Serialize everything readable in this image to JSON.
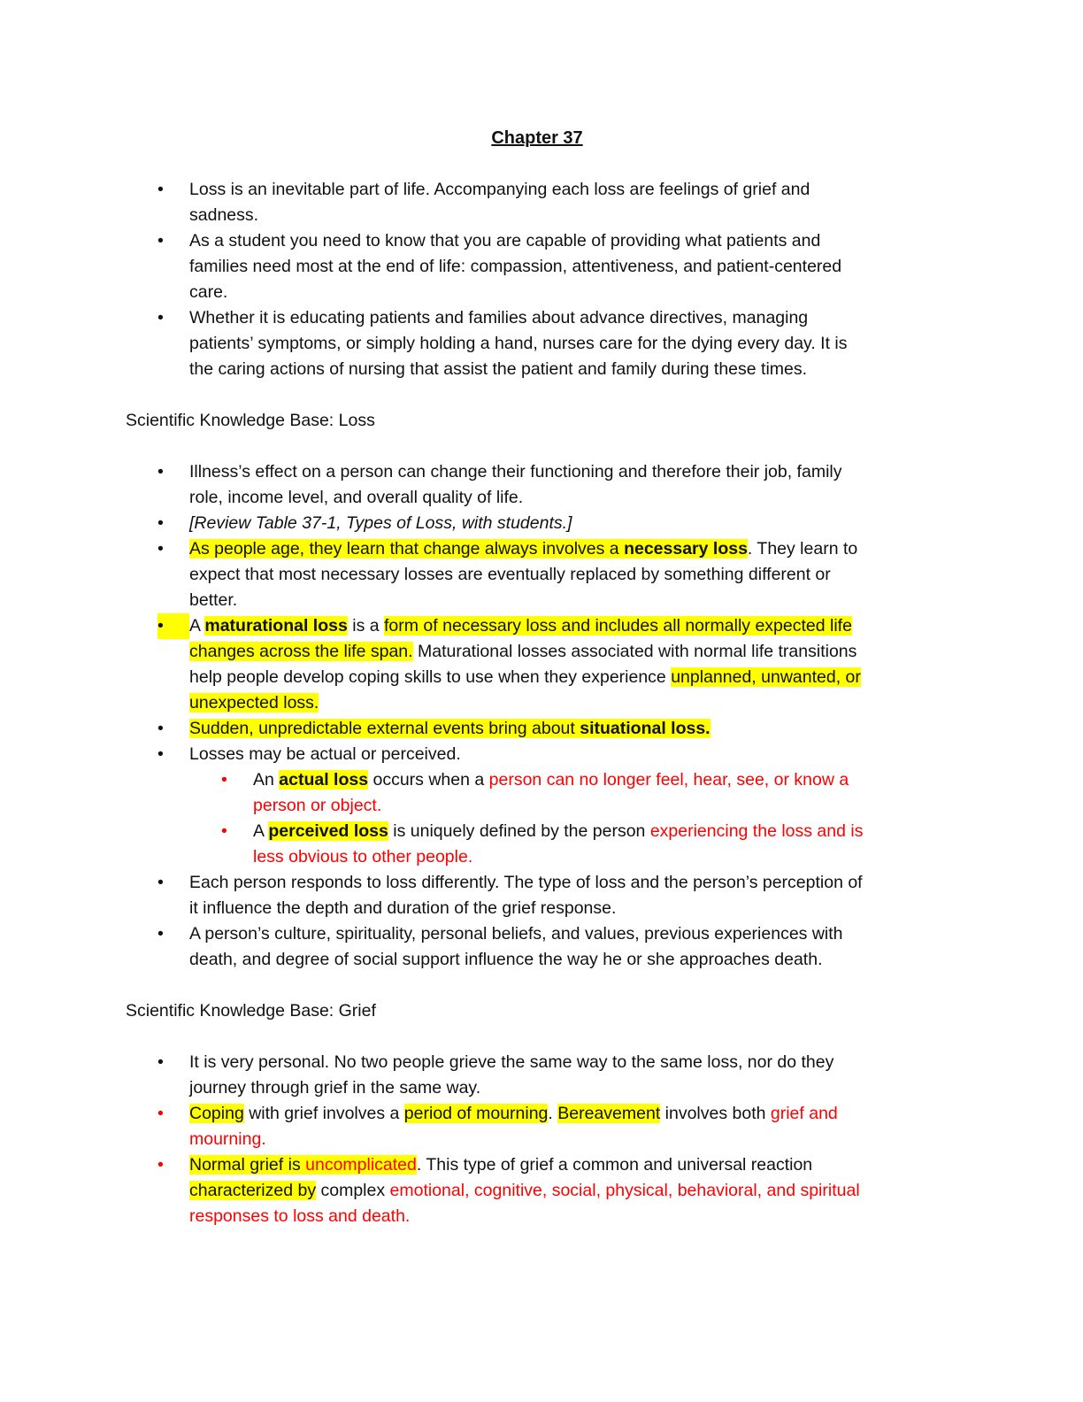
{
  "title": "Chapter 37",
  "bullet_glyph": "•",
  "colors": {
    "highlight": "#ffff00",
    "red": "#ff0000"
  },
  "blocks": [
    {
      "type": "list",
      "items": [
        {
          "segs": [
            {
              "t": "Loss is an inevitable part of life. Accompanying each loss are feelings of grief and",
              "nl": true
            },
            {
              "t": "sadness."
            }
          ]
        },
        {
          "segs": [
            {
              "t": "As a student you need to know that you are capable of providing what patients and",
              "nl": true
            },
            {
              "t": "families need most at the end of life: compassion, attentiveness, and patient-centered",
              "nl": true
            },
            {
              "t": "care."
            }
          ]
        },
        {
          "segs": [
            {
              "t": "Whether it is educating patients and families about advance directives, managing",
              "nl": true
            },
            {
              "t": "patients’ symptoms, or simply holding a hand, nurses care for the dying every day. It is",
              "nl": true
            },
            {
              "t": "the caring actions of nursing that assist the patient and family during these times."
            }
          ]
        }
      ]
    },
    {
      "type": "heading",
      "text": "Scientific Knowledge Base: Loss"
    },
    {
      "type": "list",
      "items": [
        {
          "segs": [
            {
              "t": "Illness’s effect on a person can change their functioning and therefore their job, family",
              "nl": true
            },
            {
              "t": "role, income level, and overall quality of life."
            }
          ]
        },
        {
          "segs": [
            {
              "t": "[Review Table 37-1, Types of Loss, with students.]",
              "i": true
            }
          ]
        },
        {
          "segs": [
            {
              "t": "As people age, they learn that change always involves a ",
              "hl": true
            },
            {
              "t": "necessary loss",
              "hl": true,
              "b": true
            },
            {
              "t": ". They learn to",
              "nl": true
            },
            {
              "t": "expect that most necessary losses are eventually replaced by something different or",
              "nl": true
            },
            {
              "t": "better."
            }
          ]
        },
        {
          "bullet_hl": true,
          "segs": [
            {
              "t": "A "
            },
            {
              "t": "maturational loss",
              "hl": true,
              "b": true
            },
            {
              "t": " is a "
            },
            {
              "t": "form of necessary loss and includes all normally expected life",
              "hl": true,
              "nl": true
            },
            {
              "t": "changes across the life span.",
              "hl": true
            },
            {
              "t": " Maturational losses associated with normal life transitions",
              "nl": true
            },
            {
              "t": "help people develop coping skills to use when they experience "
            },
            {
              "t": "unplanned, unwanted, or",
              "hl": true,
              "nl": true
            },
            {
              "t": "unexpected loss.",
              "hl": true
            }
          ]
        },
        {
          "segs": [
            {
              "t": "Sudden, unpredictable external events bring about ",
              "hl": true
            },
            {
              "t": "situational loss.",
              "hl": true,
              "b": true
            }
          ]
        },
        {
          "segs": [
            {
              "t": "Losses may be actual or perceived."
            }
          ],
          "subs": [
            {
              "segs": [
                {
                  "t": "An "
                },
                {
                  "t": "actual loss",
                  "hl": true,
                  "b": true
                },
                {
                  "t": " occurs when a "
                },
                {
                  "t": "person can no longer feel, hear, see, or know a",
                  "red": true,
                  "nl": true
                },
                {
                  "t": "person or object.",
                  "red": true
                }
              ]
            },
            {
              "segs": [
                {
                  "t": "A "
                },
                {
                  "t": "perceived loss",
                  "hl": true,
                  "b": true
                },
                {
                  "t": " is uniquely defined by the person "
                },
                {
                  "t": "experiencing the loss and is",
                  "red": true,
                  "nl": true
                },
                {
                  "t": "less obvious to other people.",
                  "red": true
                }
              ]
            }
          ]
        },
        {
          "segs": [
            {
              "t": "Each person responds to loss differently. The type of loss and the person’s perception of",
              "nl": true
            },
            {
              "t": "it influence the depth and duration of the grief response."
            }
          ]
        },
        {
          "segs": [
            {
              "t": "A person’s culture, spirituality, personal beliefs, and values, previous experiences with",
              "nl": true
            },
            {
              "t": "death, and degree of social support influence the way he or she approaches death."
            }
          ]
        }
      ]
    },
    {
      "type": "heading",
      "text": "Scientific Knowledge Base: Grief"
    },
    {
      "type": "list",
      "items": [
        {
          "segs": [
            {
              "t": "It is very personal. No two people grieve the same way to the same loss, nor do they",
              "nl": true
            },
            {
              "t": "journey through grief in the same way."
            }
          ]
        },
        {
          "bullet_red": true,
          "segs": [
            {
              "t": "Coping",
              "hl": true
            },
            {
              "t": " with grief involves a "
            },
            {
              "t": "period of mourning",
              "hl": true
            },
            {
              "t": ". "
            },
            {
              "t": "Bereavement",
              "hl": true
            },
            {
              "t": " involves both "
            },
            {
              "t": "grief and",
              "red": true,
              "nl": true
            },
            {
              "t": "mourning.",
              "red": true
            }
          ]
        },
        {
          "bullet_red": true,
          "segs": [
            {
              "t": "Normal grief is ",
              "hl": true
            },
            {
              "t": "uncomplicated",
              "hl": true,
              "red": true
            },
            {
              "t": ". This type of grief a common and universal reaction",
              "nl": true
            },
            {
              "t": "characterized by",
              "hl": true
            },
            {
              "t": " complex "
            },
            {
              "t": "emotional, cognitive, social, physical, behavioral, and spiritual",
              "red": true,
              "nl": true
            },
            {
              "t": "responses to loss and death.",
              "red": true
            }
          ]
        }
      ]
    }
  ]
}
